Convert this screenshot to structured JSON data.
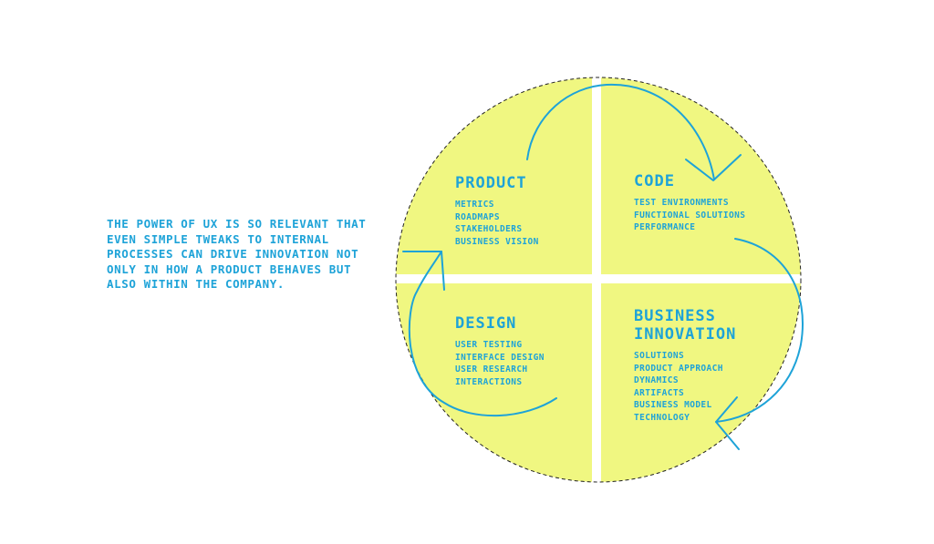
{
  "blurb": "The power of UX is so relevant that even simple tweaks to internal processes can drive innovation not only in how a product behaves but also within the company.",
  "colors": {
    "circle_fill": "#f0f781",
    "accent_blue": "#1ea3d8",
    "divider": "#ffffff",
    "outline": "#222222"
  },
  "quadrants": {
    "product": {
      "title": "Product",
      "items": [
        "Metrics",
        "Roadmaps",
        "Stakeholders",
        "Business Vision"
      ]
    },
    "code": {
      "title": "Code",
      "items": [
        "Test Environments",
        "Functional Solutions",
        "Performance"
      ]
    },
    "design": {
      "title": "Design",
      "items": [
        "User Testing",
        "Interface Design",
        "User Research",
        "Interactions"
      ]
    },
    "business": {
      "title": "Business Innovation",
      "items": [
        "Solutions",
        "Product Approach",
        "Dynamics",
        "Artifacts",
        "Business Model",
        "Technology"
      ]
    }
  }
}
